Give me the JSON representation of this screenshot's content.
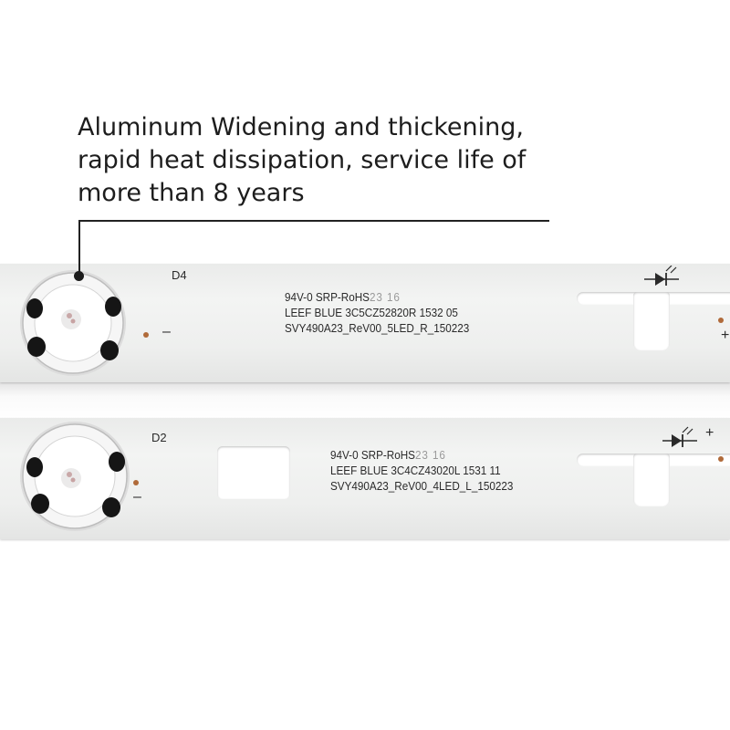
{
  "caption": {
    "line1": "Aluminum Widening and thickening,",
    "line2": "rapid heat dissipation, service life of",
    "line3": "more than 8 years"
  },
  "strip_top": {
    "ref": "D4",
    "line1": "94V-0 SRP-RoHS",
    "line1_faint": "23 16",
    "line2": "LEEF BLUE 3C5CZ52820R  1532 05",
    "line3": "SVY490A23_ReV00_5LED_R_150223",
    "minus": "–",
    "plus": "+"
  },
  "strip_bottom": {
    "ref": "D2",
    "line1": "94V-0 SRP-RoHS",
    "line1_faint": "23 16",
    "line2": "LEEF BLUE 3C4CZ43020L  1531  11",
    "line3": "SVY490A23_ReV00_4LED_L_150223",
    "minus": "–",
    "plus": "+"
  },
  "icons": [
    "led-lens-icon",
    "diode-symbol-icon"
  ],
  "colors": {
    "board": "#eeefee",
    "text": "#2a2a2a",
    "pad": "#b06a3a"
  }
}
